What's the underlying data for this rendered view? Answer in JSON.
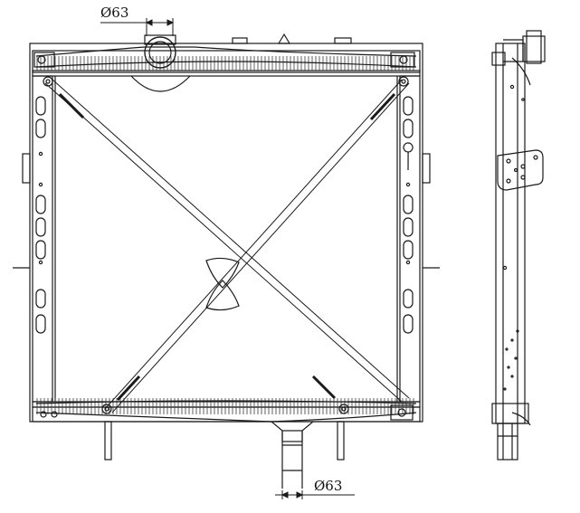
{
  "dimensions": {
    "top_inlet_label": "Ø63",
    "bottom_outlet_label": "Ø63"
  },
  "colors": {
    "line": "#1a1a1a",
    "hatch": "#3a3a3a",
    "background": "#ffffff"
  },
  "views": {
    "front": "radiator-front-view",
    "side": "radiator-side-view"
  }
}
